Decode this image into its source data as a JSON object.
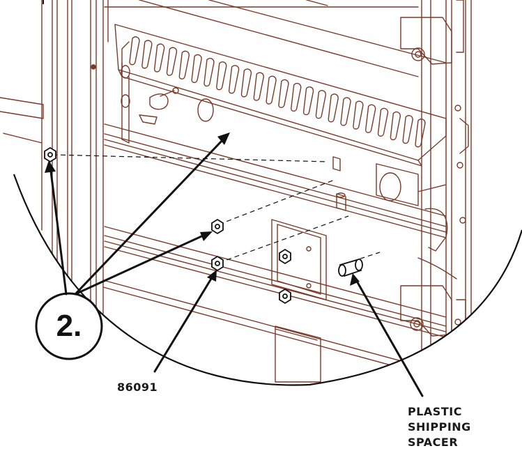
{
  "callouts": {
    "step_number": "2.",
    "part_number": "86091",
    "spacer_label_lines": [
      "PLASTIC",
      "SHIPPING",
      "SPACER"
    ]
  },
  "colors": {
    "line_art": "#7a3a28",
    "callout_ink": "#111111"
  }
}
